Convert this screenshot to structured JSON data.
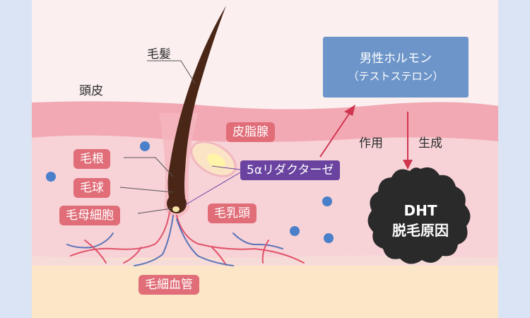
{
  "labels": {
    "hair": "毛髪",
    "scalp": "頭皮",
    "sebaceous_gland": "皮脂腺",
    "hair_root": "毛根",
    "hair_bulb": "毛球",
    "matrix_cell": "毛母細胞",
    "enzyme": "5αリダクターゼ",
    "dermal_papilla": "毛乳頭",
    "capillary": "毛細血管",
    "action": "作用",
    "produce": "生成"
  },
  "hormone": {
    "line1": "男性ホルモン",
    "line2": "（テストステロン）"
  },
  "dht": {
    "line1": "DHT",
    "line2": "脱毛原因"
  },
  "colors": {
    "tag_red": "#e06d78",
    "tag_purple": "#6a43a0",
    "hormone_box": "#6d95c9",
    "dot_blue": "#4a7fc9",
    "dht_badge": "#2a2a2a"
  }
}
